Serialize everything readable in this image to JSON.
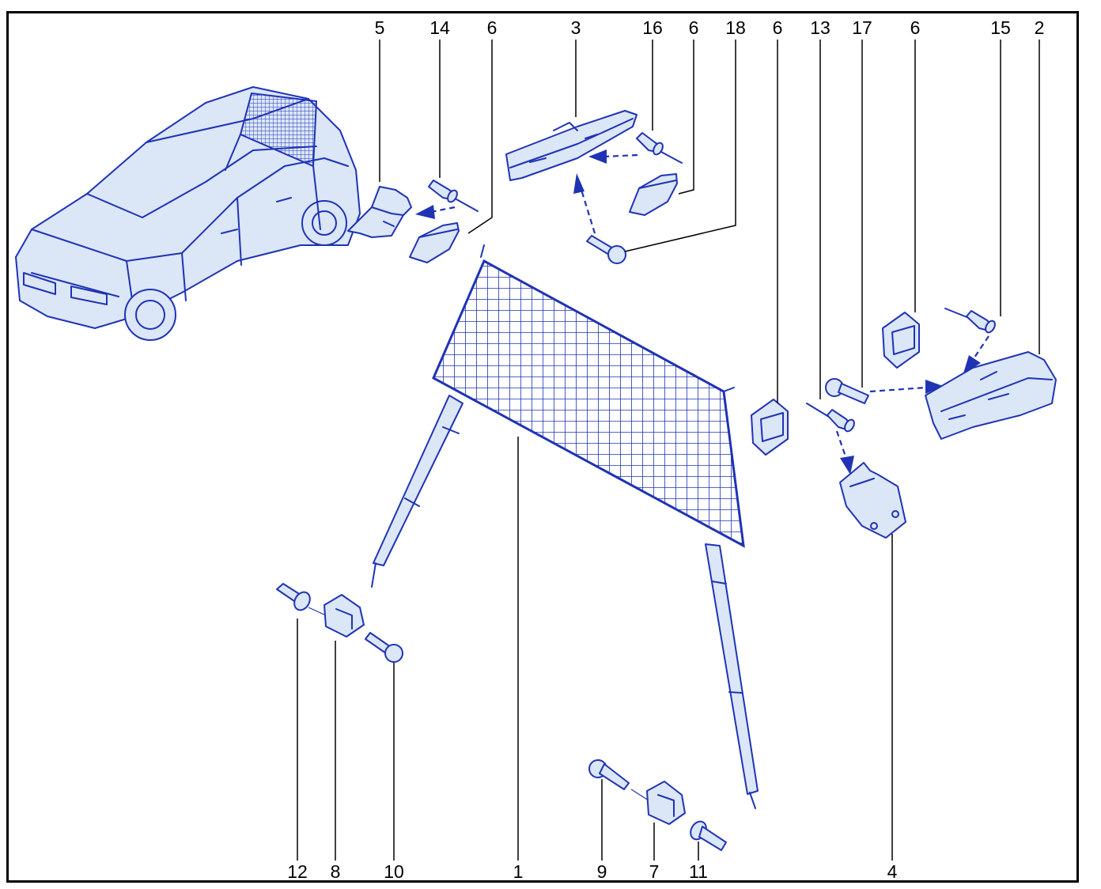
{
  "callouts": {
    "c5": "5",
    "c14": "14",
    "c6a": "6",
    "c3": "3",
    "c16": "16",
    "c6b": "6",
    "c18": "18",
    "c6c": "6",
    "c13": "13",
    "c17": "17",
    "c6d": "6",
    "c15": "15",
    "c2": "2",
    "c12": "12",
    "c8": "8",
    "c10": "10",
    "c1": "1",
    "c9": "9",
    "c7": "7",
    "c11": "11",
    "c4": "4"
  },
  "colors": {
    "ink": "#1f33b5",
    "fill": "#dbe6f7",
    "border": "#000000"
  }
}
